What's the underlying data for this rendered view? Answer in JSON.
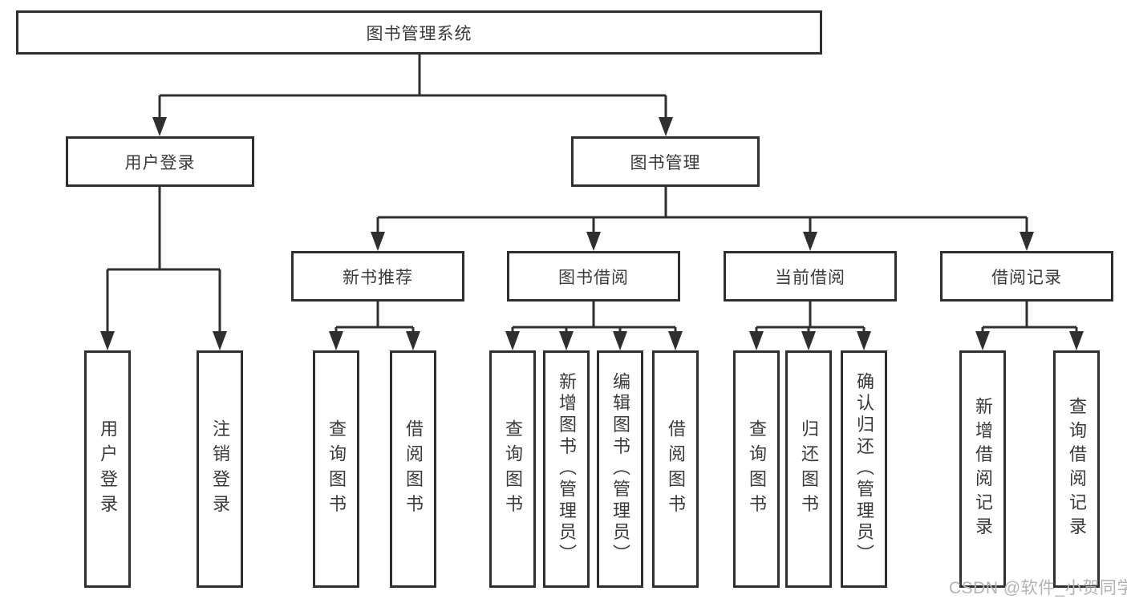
{
  "tree": {
    "root": {
      "label": "图书管理系统",
      "children": [
        {
          "label": "用户登录",
          "children": [
            {
              "label": "用户登录"
            },
            {
              "label": "注销登录"
            }
          ]
        },
        {
          "label": "图书管理",
          "children": [
            {
              "label": "新书推荐",
              "children": [
                {
                  "label": "查询图书"
                },
                {
                  "label": "借阅图书"
                }
              ]
            },
            {
              "label": "图书借阅",
              "children": [
                {
                  "label": "查询图书"
                },
                {
                  "label": "新增图书（管理员）"
                },
                {
                  "label": "编辑图书（管理员）"
                },
                {
                  "label": "借阅图书"
                }
              ]
            },
            {
              "label": "当前借阅",
              "children": [
                {
                  "label": "查询图书"
                },
                {
                  "label": "归还图书"
                },
                {
                  "label": "确认归还（管理员）"
                }
              ]
            },
            {
              "label": "借阅记录",
              "children": [
                {
                  "label": "新增借阅记录"
                },
                {
                  "label": "查询借阅记录"
                }
              ]
            }
          ]
        }
      ]
    }
  },
  "watermark": {
    "text": "CSDN @软件_小贺同学"
  },
  "colors": {
    "line": "#2f2f2f",
    "text": "#3a3a3a",
    "watermark": "#b5b2b2",
    "bg": "#ffffff"
  }
}
